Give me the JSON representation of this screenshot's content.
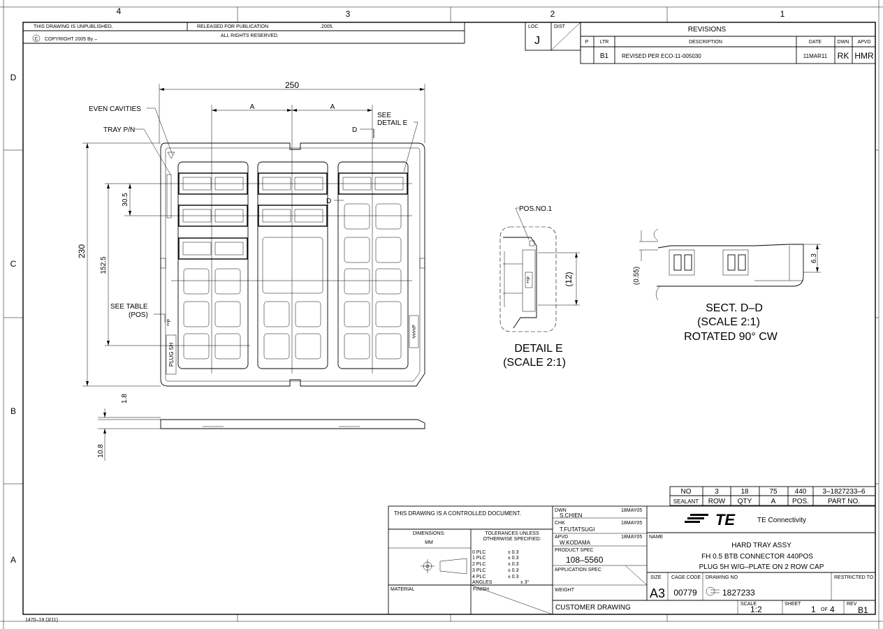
{
  "zones": {
    "columns": [
      "4",
      "3",
      "2",
      "1"
    ],
    "rows": [
      "D",
      "C",
      "B",
      "A"
    ]
  },
  "header": {
    "unpublished": "THIS DRAWING IS UNPUBLISHED.",
    "released": "RELEASED FOR PUBLICATION",
    "year": ".2005.",
    "copyright_symbol": "C",
    "copyright": "COPYRIGHT 2005 By –",
    "rights": "ALL RIGHTS RESERVED."
  },
  "loc_dist": {
    "loc_label": "LOC",
    "loc_value": "J",
    "dist_label": "DIST"
  },
  "revisions": {
    "title": "REVISIONS",
    "columns": [
      "P",
      "LTR",
      "DESCRIPTION",
      "DATE",
      "DWN",
      "APVD"
    ],
    "rows": [
      {
        "p": "",
        "ltr": "B1",
        "description": "REVISED PER ECO-11-005030",
        "date": "11MAR11",
        "dwn": "RK",
        "apvd": "HMR"
      }
    ]
  },
  "plan_view": {
    "dim_overall_width": "250",
    "dim_a_left": "A",
    "dim_a_right": "A",
    "dim_height": "230",
    "dim_pitch": "30.5",
    "dim_span": "152.5",
    "label_even_cavities": "EVEN CAVITIES",
    "label_tray_pn": "TRAY P/N",
    "label_see": "SEE",
    "label_detail_e": "DETAIL E",
    "section_mark_1": "D",
    "section_mark_2": "D",
    "label_see_table": "SEE TABLE",
    "label_pos": "(POS)",
    "marking_plug": "PLUG 5H",
    "marking_pos": "**P",
    "marking_part": "ϟϟϟϟP"
  },
  "side_view": {
    "dim_thickness": "1.8",
    "dim_height": "10.8"
  },
  "detail_e": {
    "label_pos_no": "POS.NO.1",
    "dim": "(12)",
    "part_mark": "**P",
    "title": "DETAIL E",
    "scale": "(SCALE 2:1)"
  },
  "section_dd": {
    "dim_055": "(0.55)",
    "dim_63": "6.3",
    "title": "SECT. D–D",
    "scale": "(SCALE 2:1)",
    "rotation": "ROTATED 90° CW"
  },
  "part_table": {
    "values": [
      "NO",
      "3",
      "18",
      "75",
      "440",
      "3–1827233–6"
    ],
    "headers": [
      "SEALANT",
      "ROW",
      "QTY",
      "A",
      "POS.",
      "PART NO."
    ]
  },
  "title_block": {
    "controlled": "THIS DRAWING IS A CONTROLLED DOCUMENT.",
    "dimensions_label": "DIMENSIONS:",
    "dimensions_unit": "MM",
    "tolerances_line1": "TOLERANCES UNLESS",
    "tolerances_line2": "OTHERWISE SPECIFIED:",
    "tolerances": [
      {
        "plc": "0 PLC",
        "tol": "± 0.3"
      },
      {
        "plc": "1 PLC",
        "tol": "± 0.3"
      },
      {
        "plc": "2 PLC",
        "tol": "± 0.3"
      },
      {
        "plc": "3 PLC",
        "tol": "± 0.3"
      },
      {
        "plc": "4 PLC",
        "tol": "± 0.3"
      }
    ],
    "angles_label": "ANGLES",
    "angles_tol": "± 3°",
    "material_label": "MATERIAL",
    "finish_label": "FINISH",
    "dwn_label": "DWN",
    "dwn_name": "S.CHIEN",
    "dwn_date": "18MAY05",
    "chk_label": "CHK",
    "chk_name": "T.FUTATSUGI",
    "chk_date": "18MAY05",
    "apvd_label": "APVD",
    "apvd_name": "W.KODAMA",
    "apvd_date": "18MAY05",
    "product_spec_label": "PRODUCT SPEC",
    "product_spec": "108–5560",
    "application_spec_label": "APPLICATION SPEC",
    "weight_label": "WEIGHT",
    "company": "TE Connectivity",
    "logo_text": "TE",
    "name_label": "NAME",
    "name_line1": "HARD TRAY ASSY",
    "name_line2": "FH 0.5 BTB CONNECTOR 440POS",
    "name_line3": "PLUG 5H W/G–PLATE ON 2 ROW CAP",
    "size_label": "SIZE",
    "size": "A3",
    "cage_label": "CAGE CODE",
    "cage": "00779",
    "dwg_label": "DRAWING NO",
    "dwg_no": "1827233",
    "restricted_label": "RESTRICTED TO",
    "customer_drawing": "CUSTOMER DRAWING",
    "scale_label": "SCALE",
    "scale": "1:2",
    "sheet_label": "SHEET",
    "sheet": "1",
    "of_label": "OF",
    "of": "4",
    "rev_label": "REV",
    "rev": "B1"
  },
  "form_no": "1470–19 (3/11)"
}
